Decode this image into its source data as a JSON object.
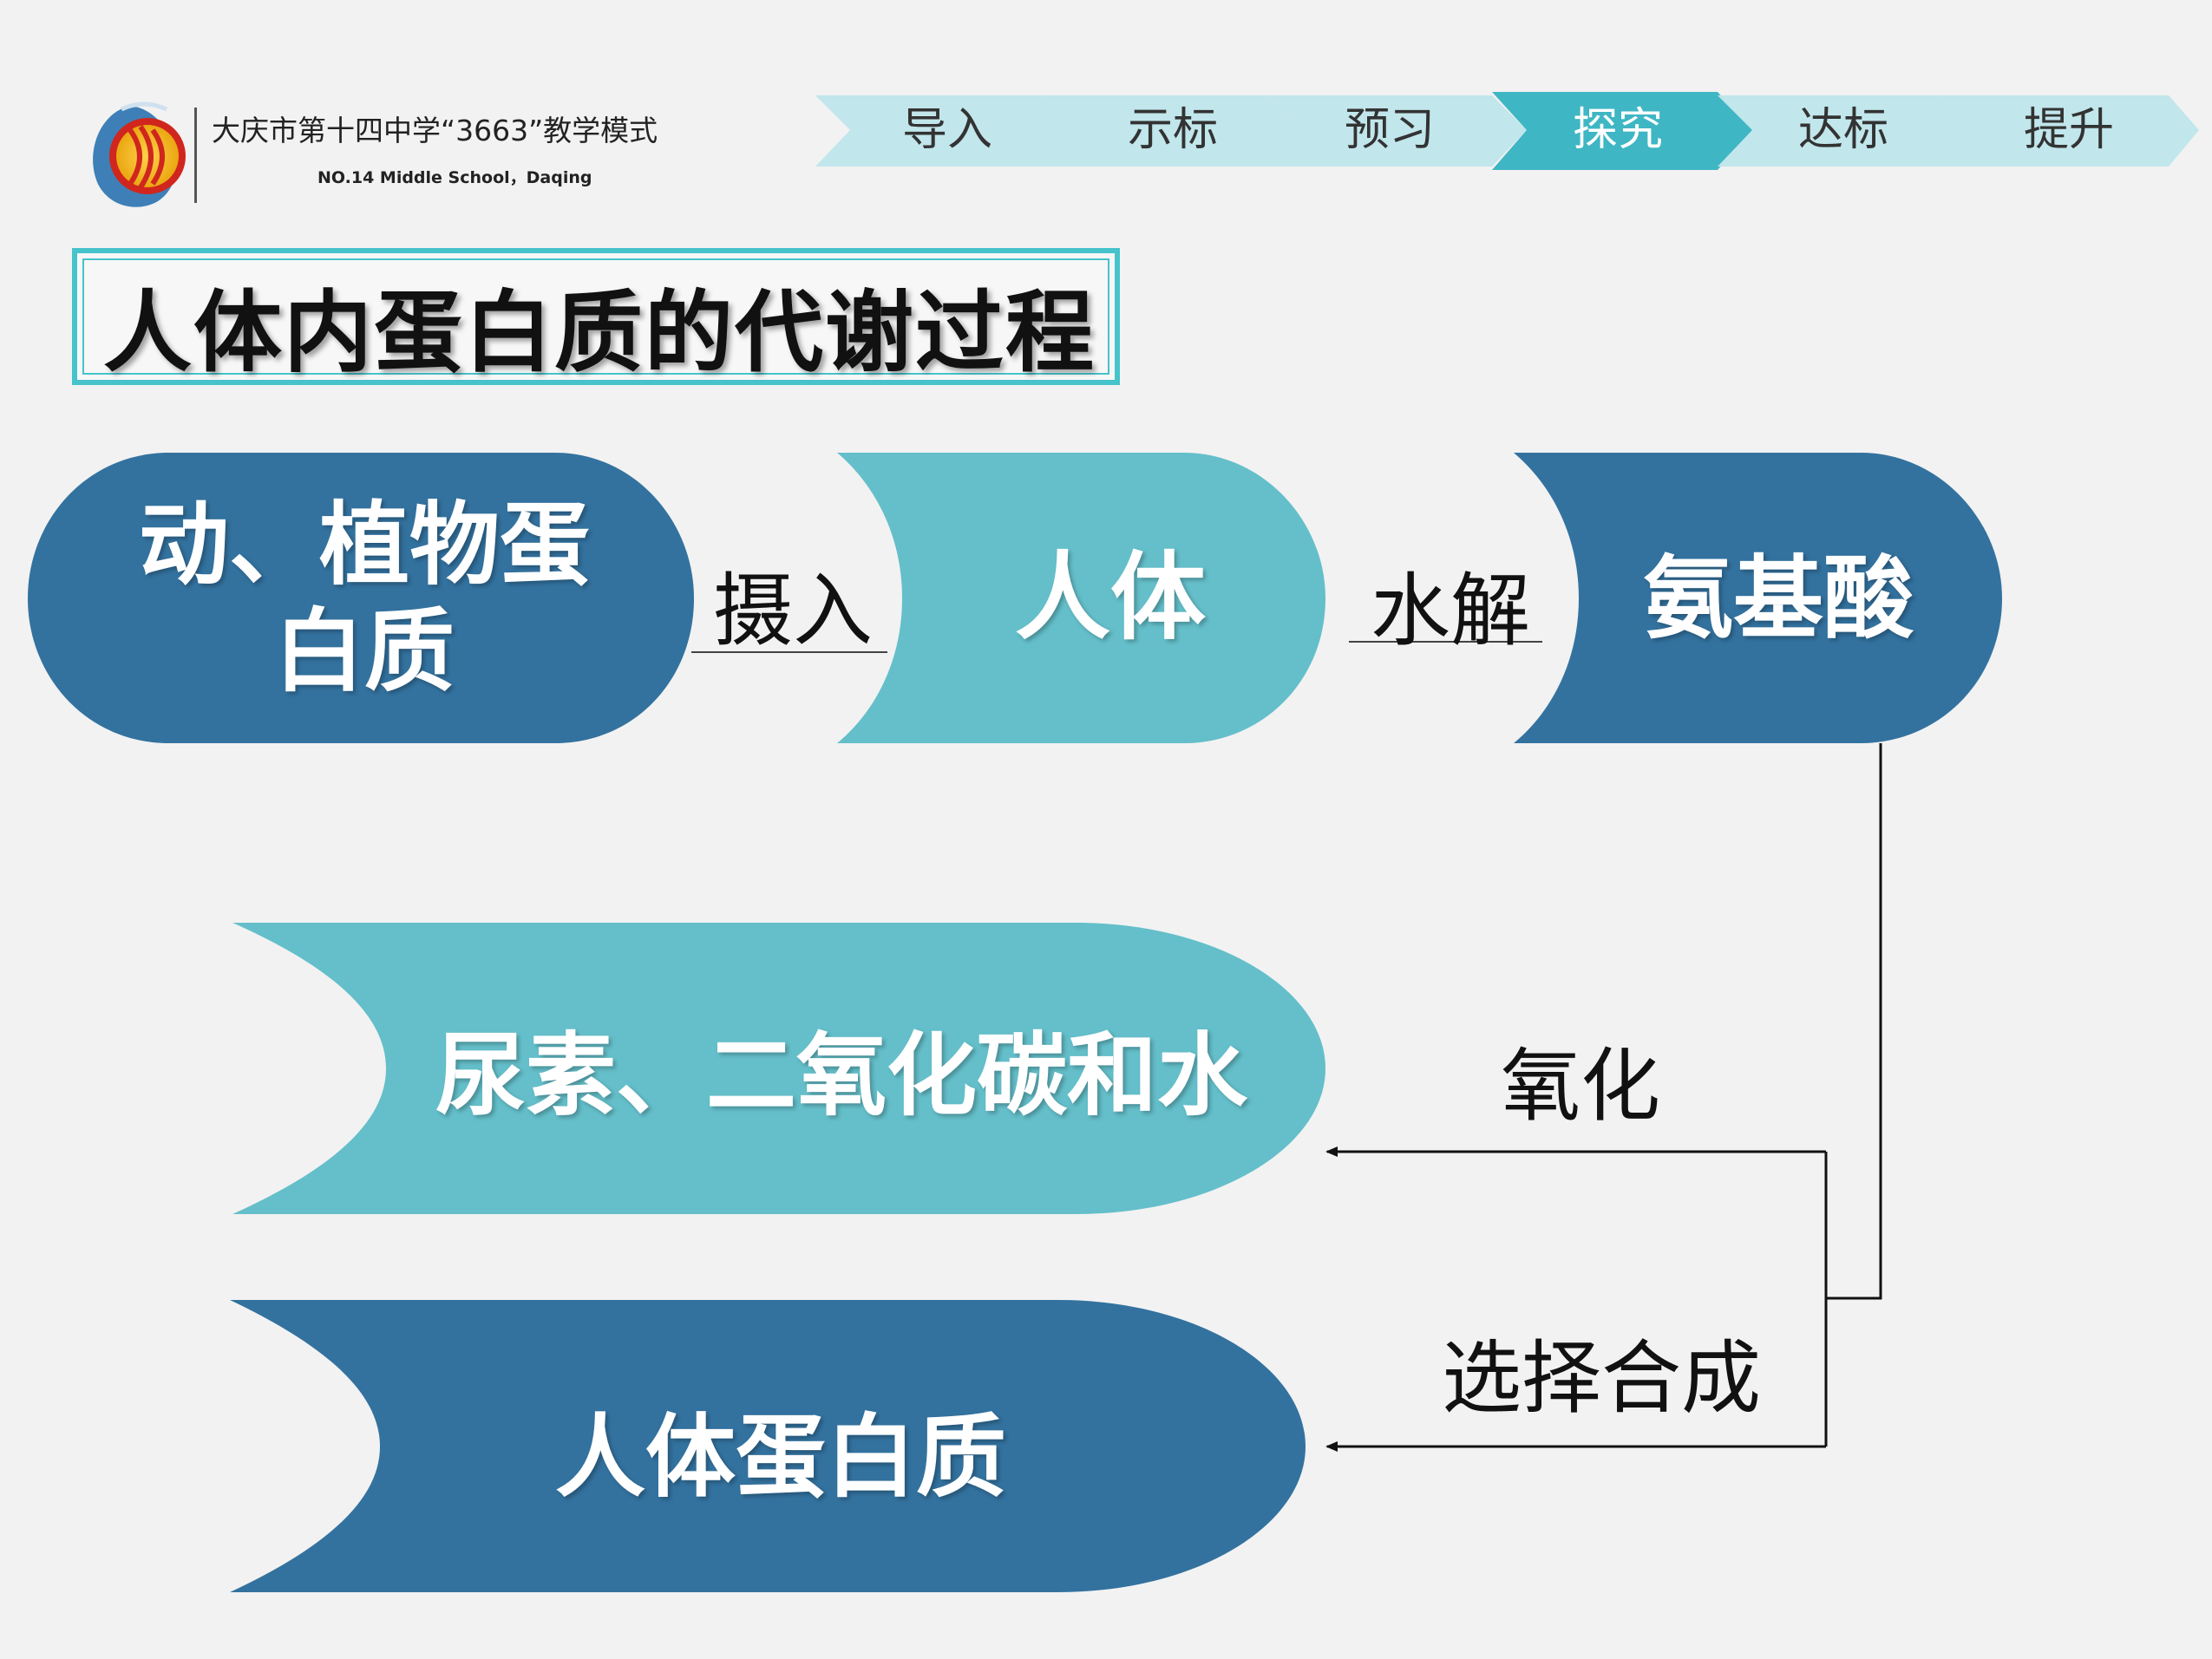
{
  "header": {
    "school_name": "大庆市第十四中学“3663”教学模式",
    "school_name_en": "NO.14 Middle School，Daqing"
  },
  "nav": {
    "steps": [
      "导入",
      "示标",
      "预习",
      "探究",
      "达标",
      "提升"
    ],
    "active": "探究"
  },
  "title": "人体内蛋白质的代谢过程",
  "flow": {
    "source_line1": "动、植物蛋",
    "source_line2": "白质",
    "body": "人体",
    "amino_acid": "氨基酸",
    "oxidation_product": "尿素、二氧化碳和水",
    "synthesis_product": "人体蛋白质"
  },
  "edges": {
    "intake": "摄入",
    "hydrolysis": "水解",
    "oxidation": "氧化",
    "synthesis": "选择合成"
  },
  "colors": {
    "dark_blue": "#33729f",
    "teal": "#64bfca",
    "nav_light": "#c1e6eb",
    "nav_active": "#3fb6c4",
    "title_border": "#46c3cb",
    "background": "#f2f2f2"
  }
}
